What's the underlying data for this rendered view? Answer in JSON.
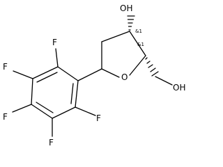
{
  "atoms": {
    "f_top": "F",
    "f_upper_left": "F",
    "f_lower_left": "F",
    "f_bottom": "F",
    "f_lower_right": "F",
    "ring_oxygen": "O",
    "ring_oh": "OH",
    "ch2_oh": "OH"
  },
  "stereo_labels": {
    "c3": "&1",
    "c2": "&1"
  }
}
